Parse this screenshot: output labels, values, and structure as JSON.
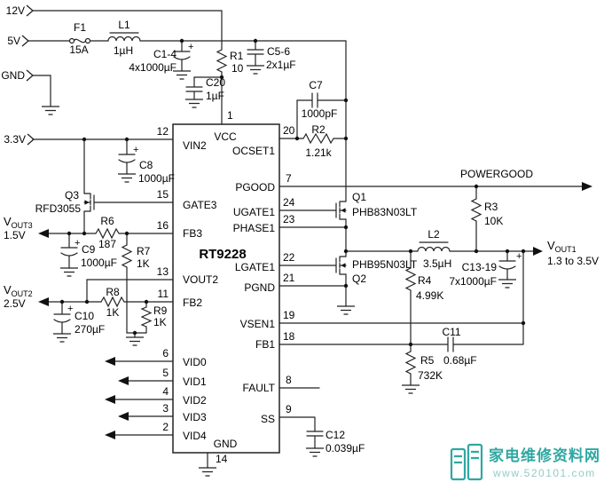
{
  "inputs": {
    "v12": "12V",
    "v5": "5V",
    "gnd": "GND",
    "v3_3": "3.3V"
  },
  "ic": {
    "part": "RT9228",
    "pins": {
      "vcc": "VCC",
      "ocset1": "OCSET1",
      "vin2": "VIN2",
      "pgood": "PGOOD",
      "gate3": "GATE3",
      "ugate1": "UGATE1",
      "fb3": "FB3",
      "phase1": "PHASE1",
      "vout2": "VOUT2",
      "lgate1": "LGATE1",
      "fb2": "FB2",
      "pgnd": "PGND",
      "vsen1": "VSEN1",
      "fb1": "FB1",
      "vid0": "VID0",
      "vid1": "VID1",
      "vid2": "VID2",
      "vid3": "VID3",
      "vid4": "VID4",
      "fault": "FAULT",
      "ss": "SS",
      "gnd": "GND"
    },
    "numbers": {
      "p1": "1",
      "p2": "2",
      "p3": "3",
      "p4": "4",
      "p5": "5",
      "p6": "6",
      "p7": "7",
      "p8": "8",
      "p9": "9",
      "p11": "11",
      "p12": "12",
      "p13": "13",
      "p14": "14",
      "p15": "15",
      "p16": "16",
      "p18": "18",
      "p19": "19",
      "p20": "20",
      "p21": "21",
      "p22": "22",
      "p23": "23",
      "p24": "24"
    }
  },
  "components": {
    "f1": {
      "ref": "F1",
      "value": "15A"
    },
    "l1": {
      "ref": "L1",
      "value": "1µH"
    },
    "l2": {
      "ref": "L2",
      "value": "3.5µH"
    },
    "c1_4": {
      "ref": "C1-4",
      "value": "4x1000µF"
    },
    "c5_6": {
      "ref": "C5-6",
      "value": "2x1µF"
    },
    "c20": {
      "ref": "C20",
      "value": "1µF"
    },
    "c7": {
      "ref": "C7",
      "value": "1000pF"
    },
    "c8": {
      "ref": "C8",
      "value": "1000µF"
    },
    "c9": {
      "ref": "C9",
      "value": "1000µF"
    },
    "c10": {
      "ref": "C10",
      "value": "270µF"
    },
    "c11": {
      "ref": "C11",
      "value": "0.68µF"
    },
    "c12": {
      "ref": "C12",
      "value": "0.039µF"
    },
    "c13_19": {
      "ref": "C13-19",
      "value": "7x1000µF"
    },
    "r1": {
      "ref": "R1",
      "value": "10"
    },
    "r2": {
      "ref": "R2",
      "value": "1.21k"
    },
    "r3": {
      "ref": "R3",
      "value": "10K"
    },
    "r4": {
      "ref": "R4",
      "value": "4.99K"
    },
    "r5": {
      "ref": "R5",
      "value": "732K"
    },
    "r6": {
      "ref": "R6",
      "value": "187"
    },
    "r7": {
      "ref": "R7",
      "value": "1K"
    },
    "r8": {
      "ref": "R8",
      "value": "1K"
    },
    "r9": {
      "ref": "R9",
      "value": "1K"
    },
    "q1": {
      "ref": "Q1",
      "value": "PHB83N03LT"
    },
    "q2": {
      "ref": "Q2",
      "value": "PHB95N03LT"
    },
    "q3": {
      "ref": "Q3",
      "value": "RFD3055"
    }
  },
  "outputs": {
    "powergood": "POWERGOOD",
    "vout1": {
      "v": "V",
      "sub": "OUT1",
      "value": "1.3 to 3.5V"
    },
    "vout2": {
      "v": "V",
      "sub": "OUT2",
      "value": "2.5V"
    },
    "vout3": {
      "v": "V",
      "sub": "OUT3",
      "value": "1.5V"
    }
  },
  "symbols": {
    "plus": "+"
  },
  "watermark": {
    "title": "家电维修资料网",
    "url": "www.520101.com",
    "accent": "#2FA8A2",
    "accent_light": "#93CBC7"
  }
}
